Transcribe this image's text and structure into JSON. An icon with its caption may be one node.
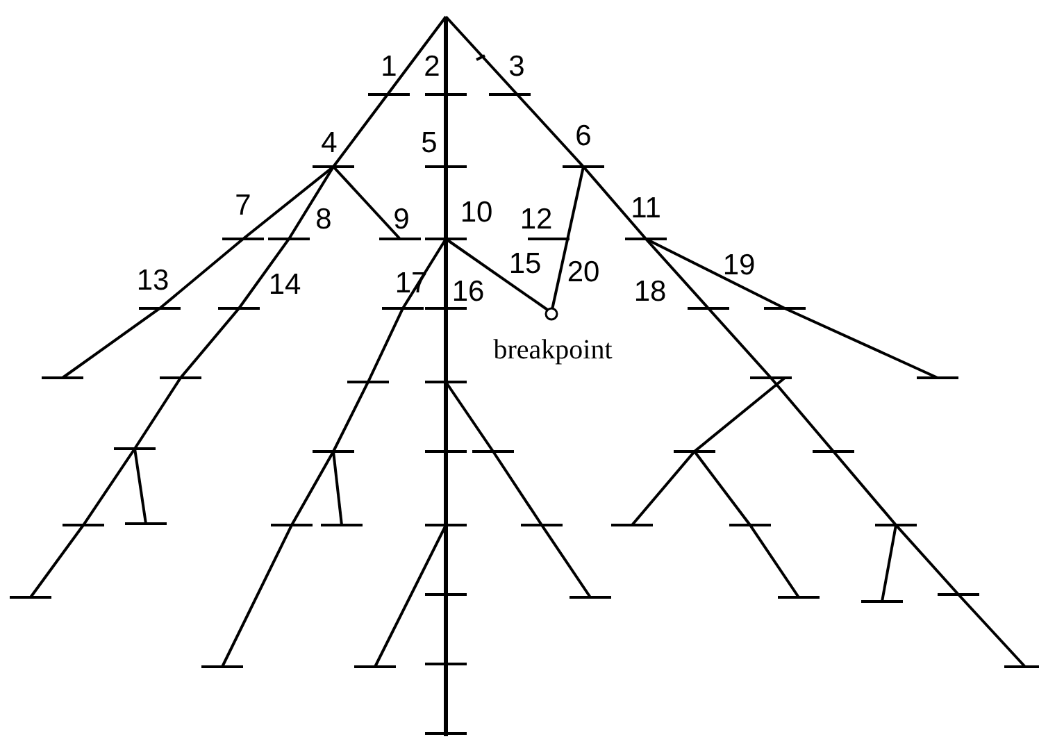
{
  "diagram": {
    "labels": [
      "1",
      "2",
      "3",
      "4",
      "5",
      "6",
      "7",
      "8",
      "9",
      "10",
      "12",
      "11",
      "13",
      "14",
      "17",
      "16",
      "15",
      "20",
      "19",
      "18",
      "breakpoint"
    ]
  }
}
